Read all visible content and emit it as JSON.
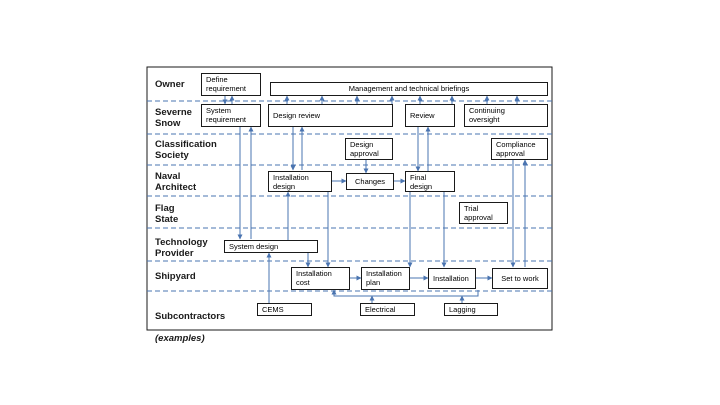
{
  "lanes": [
    {
      "label": "Owner"
    },
    {
      "label": "Severne\nSnow"
    },
    {
      "label": "Classification\nSociety"
    },
    {
      "label": "Naval\nArchitect"
    },
    {
      "label": "Flag\nState"
    },
    {
      "label": "Technology\nProvider"
    },
    {
      "label": "Shipyard"
    },
    {
      "label": "Subcontractors",
      "sub": "(examples)"
    }
  ],
  "boxes": {
    "define_requirement": "Define\nrequirement",
    "management_briefings": "Management and technical briefings",
    "system_requirement": "System\nrequirement",
    "design_review": "Design review",
    "review": "Review",
    "continuing_oversight": "Continuing\noversight",
    "design_approval": "Design\napproval",
    "compliance_approval": "Compliance\napproval",
    "installation_design": "Installation\ndesign",
    "changes": "Changes",
    "final_design": "Final\ndesign",
    "trial_approval": "Trial\napproval",
    "system_design": "System design",
    "installation_cost": "Installation\ncost",
    "installation_plan": "Installation\nplan",
    "installation": "Installation",
    "set_to_work": "Set to work",
    "cems": "CEMS",
    "electrical": "Electrical",
    "lagging": "Lagging"
  },
  "colors": {
    "arrow": "#4a74b0",
    "divider": "#4a74b0",
    "frame": "#1a1a1a"
  }
}
